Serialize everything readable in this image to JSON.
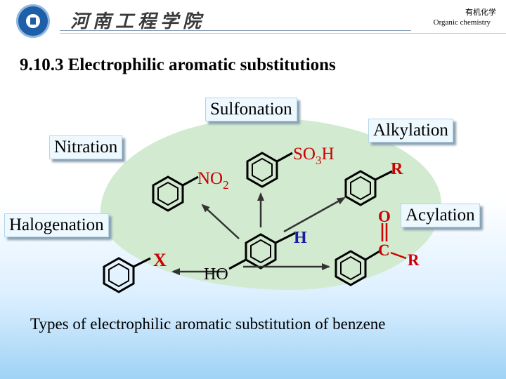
{
  "header": {
    "school_name": "河南工程学院",
    "course_cn": "有机化学",
    "course_en": "Organic chemistry"
  },
  "title": "9.10.3 Electrophilic aromatic substitutions",
  "reaction_labels": {
    "sulfonation": "Sulfonation",
    "nitration": "Nitration",
    "alkylation": "Alkylation",
    "halogenation": "Halogenation",
    "acylation": "Acylation"
  },
  "groups": {
    "so3h_main": "SO",
    "so3h_sub": "3",
    "so3h_end": "H",
    "no2_main": "NO",
    "no2_sub": "2",
    "alkyl_r": "R",
    "h": "H",
    "halogen_x": "X",
    "ho": "HO",
    "acyl_o": "O",
    "acyl_c": "C",
    "acyl_r": "R"
  },
  "caption": "Types of electrophilic aromatic substitution of benzene",
  "colors": {
    "substituent": "#cc0000",
    "h_atom": "#1a1aa6",
    "arrow": "#333333",
    "blob": "#d2ead0"
  }
}
